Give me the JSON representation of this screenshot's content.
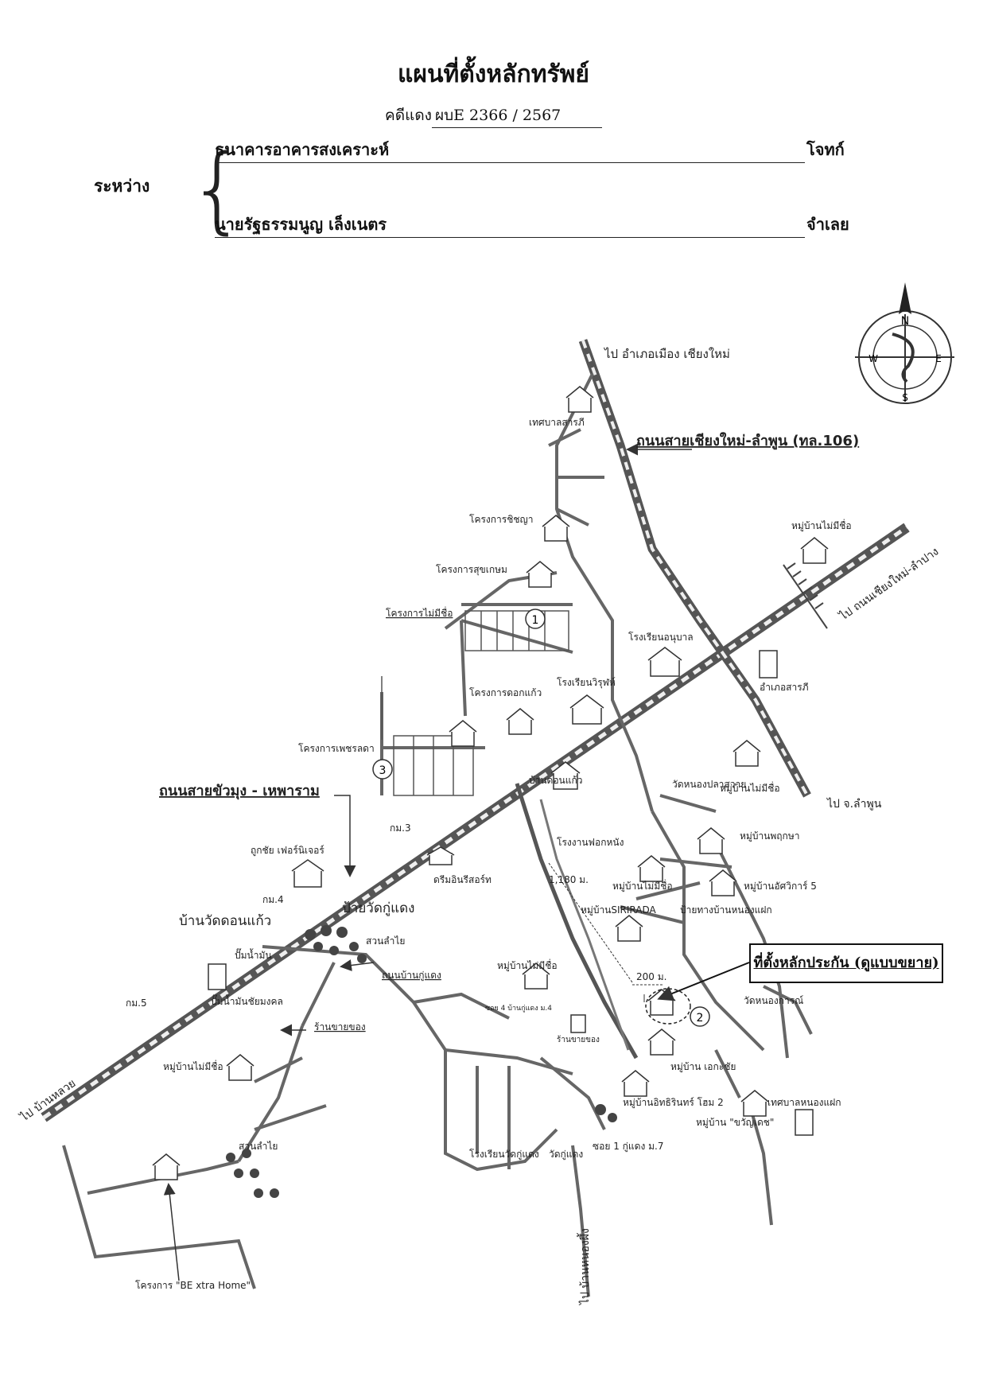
{
  "header": {
    "title": "แผนที่ตั้งหลักทรัพย์",
    "case_label": "คดีแดง",
    "case_no": "ผบE 2366 / 2567"
  },
  "parties": {
    "between_label": "ระหว่าง",
    "plaintiff_name": "ธนาคารอาคารสงเคราะห์",
    "plaintiff_role": "โจทก์",
    "defendant_name": "นายรัฐธรรมนูญ เล็งเนตร",
    "defendant_role": "จำเลย"
  },
  "compass": {
    "n": "N",
    "s": "S",
    "e": "E",
    "w": "W"
  },
  "callout": {
    "text": "ที่ตั้งหลักประกัน (ดูแบบขยาย)"
  },
  "map_labels": {
    "to_doisaket": "ไป อำเภอเมือง เชียงใหม่",
    "road_106": "ถนนสายเชียงใหม่-ลำพูน (ทล.106)",
    "tessaban": "เทศบาลสารภี",
    "proj_nichnana": "โครงการชิชญา",
    "proj_sukkasem": "โครงการสุขเกษม",
    "village_noname_ne": "หมู่บ้านไม่มีชื่อ",
    "to_lampang": "ไป ถนนเชียงใหม่-ลำปาง",
    "proj_noname": "โครงการไม่มีชื่อ",
    "school_top": "โรงเรียนอนุบาล",
    "amphoe": "อำเภอสารภี",
    "school_2": "โรงเรียนวิรุฬห์",
    "proj_mid": "โครงการดอกแก้ว",
    "proj_petch": "โครงการเพชรลดา",
    "road_khuamung": "ถนนสายขัวมุง - เหพาราม",
    "village_ne2": "หมู่บ้านไม่มีชื่อ",
    "to_lamphun": "ไป จ.ลำพูน",
    "ban_donkaew": "บ้านดอนแก้ว",
    "wat_nongpla": "วัดหนองปลาสวาย",
    "km3": "กม.3",
    "factory": "โรงงานฟอกหนัง",
    "village_pruksa": "หมู่บ้านพฤกษา",
    "furniture": "ถูกชัย เฟอร์นิเจอร์",
    "dream": "ดรีมอินรีสอร์ท",
    "dist_1180": "1,180 ม.",
    "village_noname_c": "หมู่บ้านไม่มีชื่อ",
    "village_attakarn": "หมู่บ้านอัศวิการ์ 5",
    "km4": "กม.4",
    "wat_donkaew": "บ้านวัดดอนแก้ว",
    "sign_kudaeng": "ป้ายวัดกู่แดง",
    "sirirada": "หมู่บ้านSIRIRADA",
    "sign_nongpla": "ป้ายทางบ้านหนองแฝก",
    "suan": "สวนลำไย",
    "pumpsan": "ปั๊มน้ำมัน",
    "road_kudaeng": "ถนนบ้านกู่แดง",
    "village_noname_s": "หมู่บ้านไม่มีชื่อ",
    "dist_200": "200 ม.",
    "wat_nongkan": "วัดหนองการณ์",
    "km5": "กม.5",
    "shop": "ร้านขายของ",
    "soi_4": "ซอย 4 บ้านกู่แดง ม.4",
    "shop_2": "ร้านขายของ",
    "prom": "ปั๊มน้ำมันชัยมงคล",
    "village_noname_w": "หมู่บ้านไม่มีชื่อ",
    "village_ekachai": "หมู่บ้าน เอกะชัย",
    "village_sirin": "หมู่บ้านอิทธิรินทร์ โฮม 2",
    "tessaban_2": "เทศบาลหนองแฝก",
    "village_kwan": "หมู่บ้าน \"ขวัญเดช\"",
    "to_saraphi": "ไป บ้านหลวย",
    "soi_1": "ซอย 1 กู่แดง ม.7",
    "school_kudaeng": "โรงเรียนวัดกู่แดง",
    "wat_kudaeng": "วัดกู่แดง",
    "suan_2": "สวนลำไย",
    "proj_bextra": "โครงการ \"BE xtra Home\"",
    "to_nongkhiang": "ไป บ้านหนองผึ้ง",
    "marker_1": "1",
    "marker_2": "2",
    "marker_3": "3"
  }
}
